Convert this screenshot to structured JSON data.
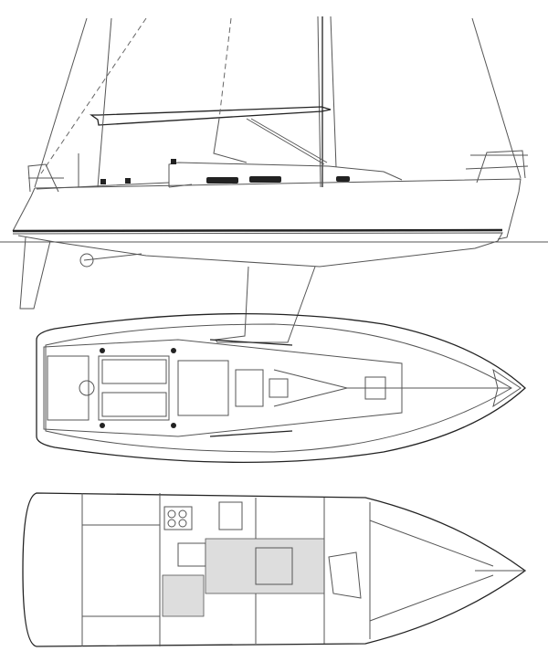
{
  "drawing": {
    "views": [
      "sail-plan-profile",
      "deck-plan",
      "interior-layout"
    ],
    "line_color": "#555555",
    "background": "#ffffff"
  }
}
